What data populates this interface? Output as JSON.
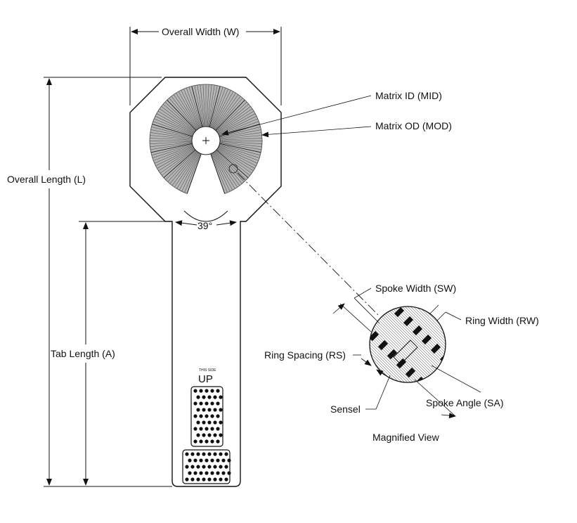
{
  "labels": {
    "overall_width": "Overall Width (W)",
    "overall_length": "Overall Length (L)",
    "matrix_id": "Matrix ID (MID)",
    "matrix_od": "Matrix OD (MOD)",
    "angle": "39°",
    "tab_length": "Tab Length (A)",
    "spoke_width": "Spoke Width (SW)",
    "ring_width": "Ring Width (RW)",
    "ring_spacing": "Ring Spacing (RS)",
    "sensel": "Sensel",
    "spoke_angle": "Spoke Angle (SA)",
    "magnified_view": "Magnified View",
    "this_side": "THIS SIDE",
    "up": "UP"
  },
  "colors": {
    "line": "#111111",
    "matrix_fill": "#b5b5b5",
    "hatch": "#777777"
  }
}
